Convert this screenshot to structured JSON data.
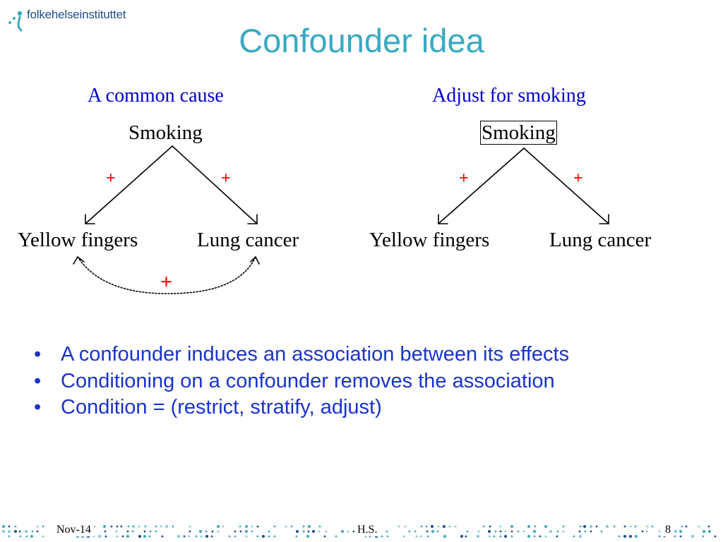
{
  "logo": {
    "text": "folkehelseinstituttet"
  },
  "title": "Confounder idea",
  "left_diagram": {
    "subtitle": "A common cause",
    "top_node": "Smoking",
    "left_node": "Yellow fingers",
    "right_node": "Lung cancer",
    "left_sign": "+",
    "right_sign": "+",
    "induced_sign": "+"
  },
  "right_diagram": {
    "subtitle": "Adjust for smoking",
    "top_node": "Smoking",
    "left_node": "Yellow fingers",
    "right_node": "Lung cancer",
    "left_sign": "+",
    "right_sign": "+"
  },
  "bullets": [
    {
      "dot": "•",
      "text": "A confounder induces an association between its effects"
    },
    {
      "dot": "•",
      "text": "Conditioning on a confounder removes the association"
    },
    {
      "dot": "•",
      "text": "Condition = (restrict, stratify, adjust)"
    }
  ],
  "footer": {
    "date": "Nov-14",
    "author": "H.S.",
    "page": "8"
  },
  "colors": {
    "title": "#3aa9c2",
    "subtitle": "#0000cc",
    "bullets": "#1a33cc",
    "sign": "#ff0000",
    "logo": "#1f4e8c"
  }
}
